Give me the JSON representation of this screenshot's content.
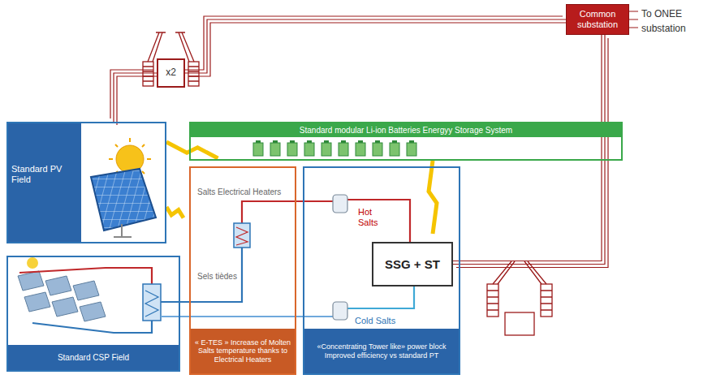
{
  "diagram": {
    "nodes": [
      {
        "text": [
          "Common substation"
        ]
      },
      {
        "text": [
          "x2"
        ]
      },
      {
        "text": [
          "Standard PV Field"
        ]
      },
      {
        "text": [
          "Standard CSP Field"
        ]
      },
      {
        "text": [
          "Standard modular Li-ion Batteries Energyy Storage System"
        ]
      },
      {
        "text": [
          "Salts Electrical Heaters",
          "Sels tièdes",
          "« E-TES » Increase of Molten Salts temperature thanks to Electrical Heaters"
        ]
      },
      {
        "text": [
          "Hot Salts",
          "Cold Salts",
          "«Concentrating Tower like» power block Improved efficiency vs standard PT"
        ]
      },
      {
        "text": [
          "SSG + ST"
        ],
        "in": 6
      }
    ],
    "edges": [
      {
        "from": 2,
        "to": 1,
        "arrow": "none"
      },
      {
        "from": 1,
        "to": 0,
        "arrow": "none"
      },
      {
        "from": 7,
        "to": 0,
        "arrow": "none"
      },
      {
        "from": 2,
        "to": 4,
        "arrow": "to"
      },
      {
        "from": 2,
        "to": 5,
        "arrow": "to"
      },
      {
        "from": 4,
        "to": 7,
        "arrow": "to"
      }
    ],
    "labels": [
      "To ONEE substation"
    ]
  }
}
